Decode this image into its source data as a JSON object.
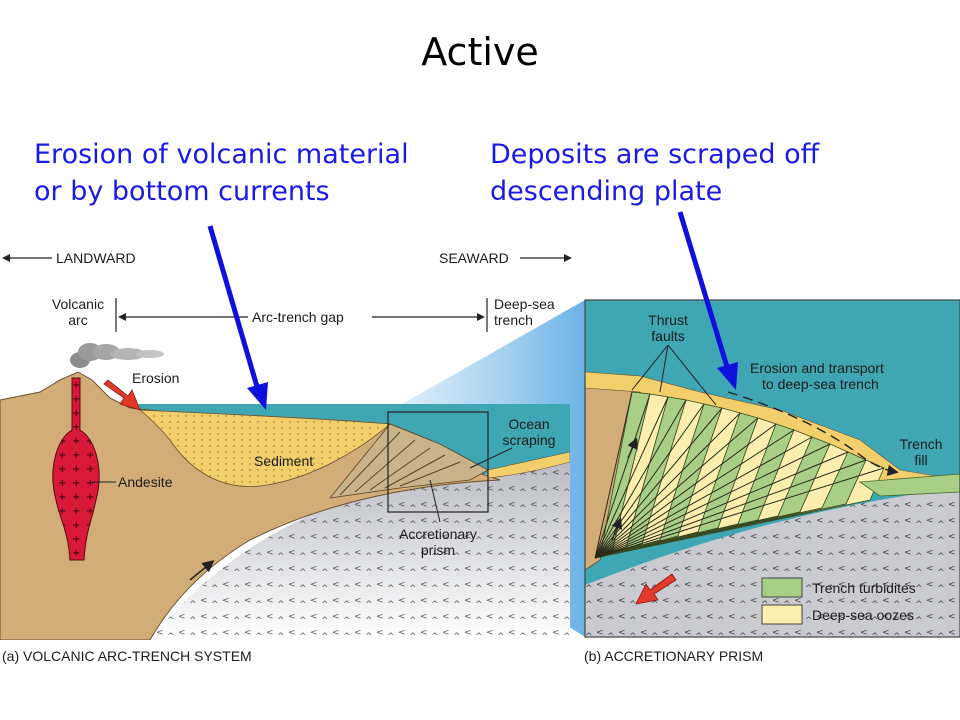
{
  "title": "Active",
  "annotations": {
    "left": [
      "Erosion of volcanic material",
      "or by bottom currents"
    ],
    "right": [
      "Deposits are scraped off",
      "descending plate"
    ]
  },
  "directions": {
    "landward": "LANDWARD",
    "seaward": "SEAWARD"
  },
  "panel_a": {
    "volcanic_arc": [
      "Volcanic",
      "arc"
    ],
    "arc_trench_gap": "Arc-trench gap",
    "deep_sea_trench": [
      "Deep-sea",
      "trench"
    ],
    "erosion": "Erosion",
    "sediment": "Sediment",
    "andesite": "Andesite",
    "ocean_scraping": [
      "Ocean",
      "scraping"
    ],
    "accretionary_prism": [
      "Accretionary",
      "prism"
    ],
    "caption": "(a) VOLCANIC ARC-TRENCH SYSTEM"
  },
  "panel_b": {
    "thrust_faults": [
      "Thrust",
      "faults"
    ],
    "erosion_transport": [
      "Erosion and transport",
      "to deep-sea trench"
    ],
    "trench_fill": [
      "Trench",
      "fill"
    ],
    "legend": [
      {
        "label": "Trench turbidites",
        "color": "#a9cf86"
      },
      {
        "label": "Deep-sea oozes",
        "color": "#fbeeae"
      }
    ],
    "caption": "(b) ACCRETIONARY PRISM"
  },
  "colors": {
    "ocean": "#3fa6b3",
    "crust": "#d2ad78",
    "sediment": "#f3cf6b",
    "magma": "#d9183a",
    "oceanic_plate": "#c9cbd0",
    "annotation_text": "#1a1ae6",
    "arrow_blue": "#1010dd",
    "arrow_red": "#e23a2a"
  }
}
